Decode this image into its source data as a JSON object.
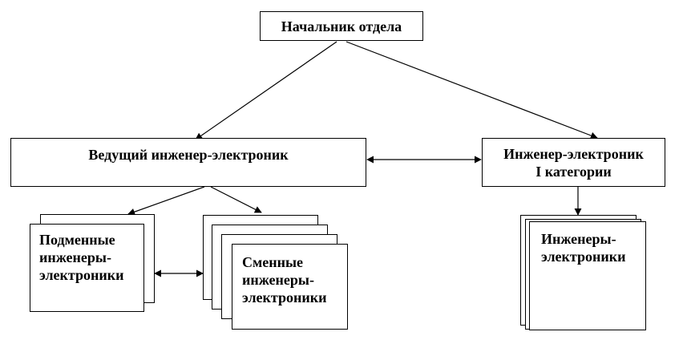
{
  "nodes": {
    "head": {
      "label": "Начальник отдела"
    },
    "lead": {
      "label": "Ведущий инженер-электроник"
    },
    "cat1": {
      "line1": "Инженер-электроник",
      "line2": "I категории"
    },
    "relief": {
      "line1": "Подменные",
      "line2": "инженеры-",
      "line3": "электроники"
    },
    "shift": {
      "line1": "Сменные",
      "line2": "инженеры-",
      "line3": "электроники"
    },
    "engineers": {
      "line1": "Инженеры-",
      "line2": "электроники"
    }
  }
}
